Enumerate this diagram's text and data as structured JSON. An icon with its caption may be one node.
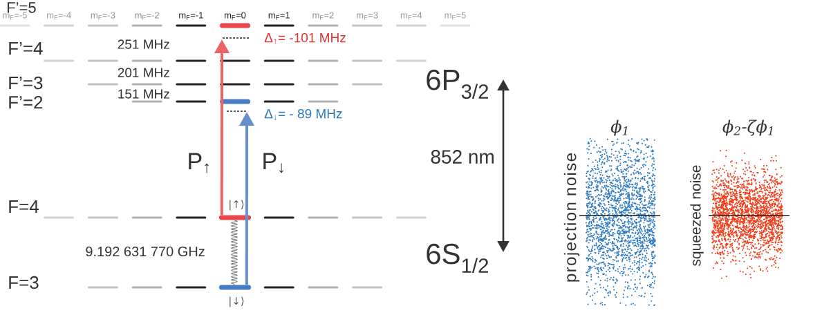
{
  "diagram": {
    "nodes": [
      {
        "text": [],
        "shape": "bar",
        "beside": [
          "|↑⟩"
        ]
      },
      {
        "text": [],
        "shape": "bar",
        "beside": [
          "|↓⟩"
        ]
      }
    ],
    "edges": [
      {
        "from": 0,
        "to": null,
        "arrow": "to",
        "label": "P$_{↑}$",
        "color": "#e8474b"
      },
      {
        "from": 1,
        "to": null,
        "arrow": "to",
        "label": "P$_{↓}$",
        "color": "#4a7cc4"
      },
      {
        "from": 0,
        "to": 1,
        "arrow": "none",
        "label": "9.192 631 770 GHz",
        "color": "#555555"
      }
    ],
    "labels": [
      "F’=5",
      "m$_{F}$=-5",
      "m$_{F}$=-4",
      "m$_{F}$=-3",
      "m$_{F}$=-2",
      "m$_{F}$=-1",
      "m$_{F}$=0",
      "m$_{F}$=1",
      "m$_{F}$=2",
      "m$_{F}$=3",
      "m$_{F}$=4",
      "m$_{F}$=5",
      "F’=4",
      "251 MHz",
      "Δ$_{↑}$= -101 MHz",
      "F’=3",
      "201 MHz",
      "151 MHz",
      "F’=2",
      "Δ$_{↓}$= - 89 MHz",
      "6P$_{3/2}$",
      "ϕ$_{1}$",
      "ϕ$_{2}$-ζϕ$_{1}$",
      "852 nm",
      "projection noise",
      "squeezed noise",
      "F=4",
      "6S$_{1/2}$",
      "F=3"
    ]
  }
}
